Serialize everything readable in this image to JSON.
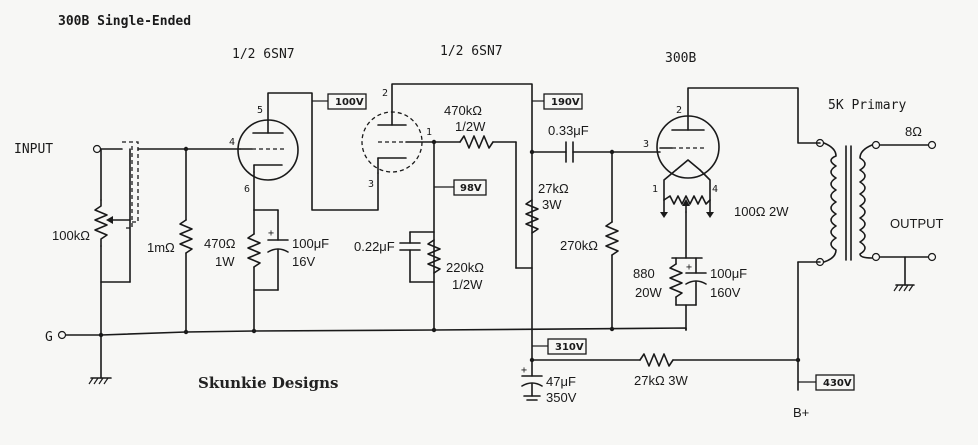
{
  "title": "300B Single-Ended",
  "brand": "Skunkie Designs",
  "tubes": {
    "v1": "1/2 6SN7",
    "v2": "1/2 6SN7",
    "v3": "300B"
  },
  "pins": {
    "v1_plate": "5",
    "v1_grid": "4",
    "v1_cathode": "6",
    "v2_plate": "2",
    "v2_grid": "1",
    "v2_cathode": "3",
    "v3_plate": "2",
    "v3_grid": "3",
    "v3_fil_a": "1",
    "v3_fil_b": "4"
  },
  "terminals": {
    "input": "INPUT",
    "ground": "G",
    "output": "OUTPUT",
    "b_plus": "B+",
    "eight_ohm": "8Ω",
    "primary": "5K Primary"
  },
  "voltages": {
    "v100": "100V",
    "v190": "190V",
    "v98": "98V",
    "v310": "310V",
    "v430": "430V"
  },
  "components": {
    "pot": "100kΩ",
    "r_grid1": "1mΩ",
    "r_k1_value": "470Ω",
    "r_k1_power": "1W",
    "c_k1_value": "100μF",
    "c_k1_voltage": "16V",
    "r_plate2_value": "470kΩ",
    "r_plate2_power": "1/2W",
    "c_couple": "0.33μF",
    "r_drop_value": "27kΩ",
    "r_drop_power": "3W",
    "c_bias": "0.22μF",
    "r_k2_value": "220kΩ",
    "r_k2_power": "1/2W",
    "r_grid3": "270kΩ",
    "r_hum": "100Ω 2W",
    "r_k3_value": "880",
    "r_k3_power": "20W",
    "c_k3_value": "100μF",
    "c_k3_voltage": "160V",
    "c_filter_value": "47μF",
    "c_filter_voltage": "350V",
    "r_supply": "27kΩ  3W"
  }
}
